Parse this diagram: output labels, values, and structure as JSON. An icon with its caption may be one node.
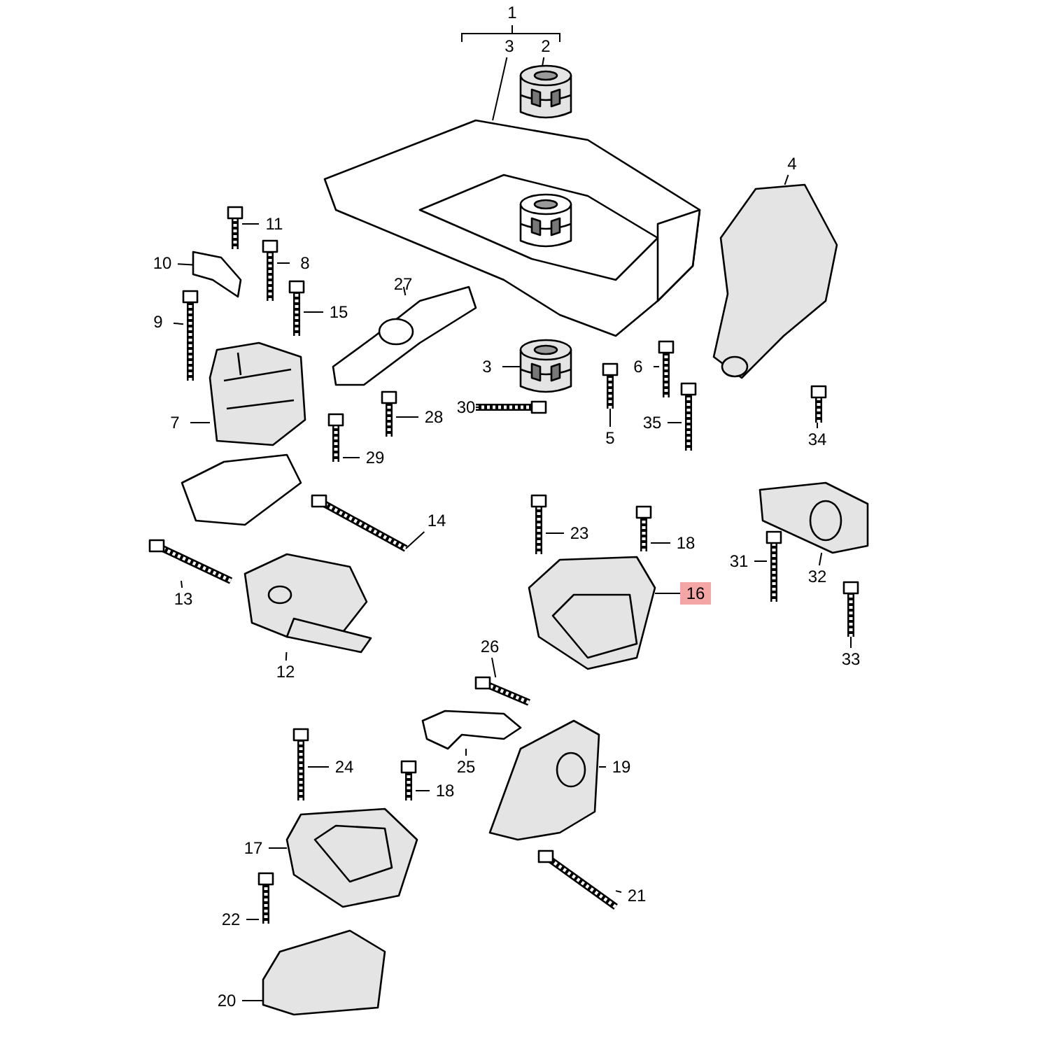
{
  "diagram": {
    "nodes": [
      {
        "text": [
          "3"
        ]
      },
      {
        "text": [
          "2"
        ]
      },
      {
        "text": [
          "4"
        ]
      },
      {
        "text": [
          "11"
        ]
      },
      {
        "text": [
          "10"
        ]
      },
      {
        "text": [
          "8"
        ]
      },
      {
        "text": [
          "27"
        ]
      },
      {
        "text": [
          "15"
        ]
      },
      {
        "text": [
          "9"
        ]
      },
      {
        "text": [
          "3"
        ]
      },
      {
        "text": [
          "6"
        ]
      },
      {
        "text": [
          "34"
        ]
      },
      {
        "text": [
          "30"
        ]
      },
      {
        "text": [
          "28"
        ]
      },
      {
        "text": [
          "7"
        ]
      },
      {
        "text": [
          "35"
        ]
      },
      {
        "text": [
          "5"
        ]
      },
      {
        "text": [
          "29"
        ]
      },
      {
        "text": [
          "14"
        ]
      },
      {
        "text": [
          "23"
        ]
      },
      {
        "text": [
          "18"
        ]
      },
      {
        "text": [
          "31"
        ]
      },
      {
        "text": [
          "32"
        ]
      },
      {
        "text": [
          "16"
        ]
      },
      {
        "text": [
          "13"
        ]
      },
      {
        "text": [
          "12"
        ]
      },
      {
        "text": [
          "33"
        ]
      },
      {
        "text": [
          "26"
        ]
      },
      {
        "text": [
          "19"
        ]
      },
      {
        "text": [
          "24"
        ]
      },
      {
        "text": [
          "25"
        ]
      },
      {
        "text": [
          "18"
        ]
      },
      {
        "text": [
          "17"
        ]
      },
      {
        "text": [
          "21"
        ]
      },
      {
        "text": [
          "22"
        ]
      },
      {
        "text": [
          "20"
        ]
      },
      {
        "text": [],
        "shape": "picture"
      },
      {
        "text": [],
        "shape": "picture"
      },
      {
        "text": [],
        "shape": "picture"
      },
      {
        "text": [],
        "shape": "picture"
      },
      {
        "text": [],
        "shape": "picture"
      },
      {
        "text": [],
        "shape": "picture"
      },
      {
        "text": [],
        "shape": "picture"
      },
      {
        "text": [],
        "shape": "picture"
      },
      {
        "text": [],
        "shape": "picture"
      },
      {
        "text": [],
        "shape": "picture"
      },
      {
        "text": [],
        "shape": "picture"
      },
      {
        "text": [],
        "shape": "picture"
      },
      {
        "text": [],
        "shape": "picture"
      },
      {
        "text": [],
        "shape": "picture"
      },
      {
        "text": [],
        "shape": "picture"
      },
      {
        "text": [],
        "shape": "picture"
      },
      {
        "text": [],
        "shape": "picture"
      },
      {
        "text": [],
        "shape": "picture"
      },
      {
        "text": [],
        "shape": "picture"
      },
      {
        "text": [],
        "shape": "picture"
      },
      {
        "text": [],
        "shape": "picture"
      },
      {
        "text": [],
        "shape": "picture"
      },
      {
        "text": [],
        "shape": "picture"
      },
      {
        "text": [],
        "shape": "picture"
      },
      {
        "text": [],
        "shape": "picture"
      },
      {
        "text": [],
        "shape": "picture"
      },
      {
        "text": [],
        "shape": "picture"
      },
      {
        "text": [],
        "shape": "picture"
      },
      {
        "text": [],
        "shape": "picture"
      },
      {
        "text": [],
        "shape": "picture"
      },
      {
        "text": [],
        "shape": "picture"
      },
      {
        "text": [],
        "shape": "picture"
      },
      {
        "text": [],
        "shape": "picture"
      },
      {
        "text": [],
        "shape": "picture"
      },
      {
        "text": [],
        "shape": "picture"
      },
      {
        "text": [],
        "shape": "picture"
      }
    ],
    "edges": [
      {
        "from": 0,
        "to": 36,
        "arrow": "none"
      },
      {
        "from": 1,
        "to": 37,
        "arrow": "none"
      },
      {
        "from": 2,
        "to": 38,
        "arrow": "none"
      },
      {
        "from": 3,
        "to": 39,
        "arrow": "none"
      },
      {
        "from": 4,
        "to": 40,
        "arrow": "none"
      },
      {
        "from": 5,
        "to": 41,
        "arrow": "none"
      },
      {
        "from": 6,
        "to": 42,
        "arrow": "none"
      },
      {
        "from": 7,
        "to": 43,
        "arrow": "none"
      },
      {
        "from": 8,
        "to": 44,
        "arrow": "none"
      },
      {
        "from": 9,
        "to": 45,
        "arrow": "none"
      },
      {
        "from": 10,
        "to": 46,
        "arrow": "none"
      },
      {
        "from": 11,
        "to": 47,
        "arrow": "none"
      },
      {
        "from": 12,
        "to": 48,
        "arrow": "none"
      },
      {
        "from": 13,
        "to": 49,
        "arrow": "none"
      },
      {
        "from": 14,
        "to": 50,
        "arrow": "none"
      },
      {
        "from": 15,
        "to": 51,
        "arrow": "none"
      },
      {
        "from": 16,
        "to": 52,
        "arrow": "none"
      },
      {
        "from": 17,
        "to": 53,
        "arrow": "none"
      },
      {
        "from": 18,
        "to": 54,
        "arrow": "none"
      },
      {
        "from": 19,
        "to": 55,
        "arrow": "none"
      },
      {
        "from": 20,
        "to": 56,
        "arrow": "none"
      },
      {
        "from": 21,
        "to": 57,
        "arrow": "none"
      },
      {
        "from": 22,
        "to": 58,
        "arrow": "none"
      },
      {
        "from": 23,
        "to": 59,
        "arrow": "none"
      },
      {
        "from": 24,
        "to": 60,
        "arrow": "none"
      },
      {
        "from": 25,
        "to": 61,
        "arrow": "none"
      },
      {
        "from": 26,
        "to": 62,
        "arrow": "none"
      },
      {
        "from": 27,
        "to": 63,
        "arrow": "none"
      },
      {
        "from": 28,
        "to": 64,
        "arrow": "none"
      },
      {
        "from": 29,
        "to": 65,
        "arrow": "none"
      },
      {
        "from": 30,
        "to": 66,
        "arrow": "none"
      },
      {
        "from": 31,
        "to": 67,
        "arrow": "none"
      },
      {
        "from": 32,
        "to": 68,
        "arrow": "none"
      },
      {
        "from": 33,
        "to": 69,
        "arrow": "none"
      },
      {
        "from": 34,
        "to": 70,
        "arrow": "none"
      },
      {
        "from": 35,
        "to": 71,
        "arrow": "none"
      }
    ],
    "labels": [
      "1"
    ]
  }
}
